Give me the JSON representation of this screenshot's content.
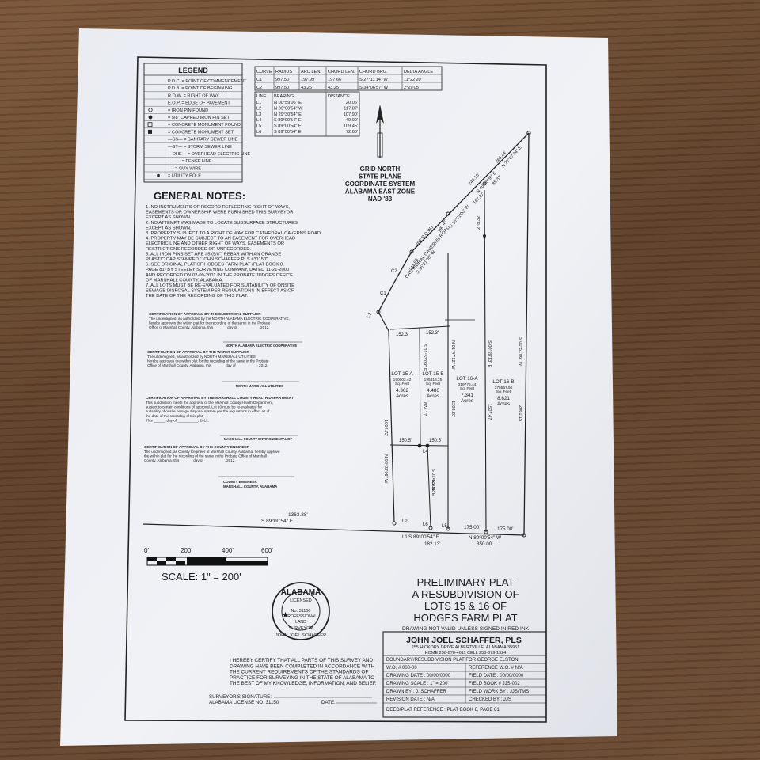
{
  "legend": {
    "title": "LEGEND",
    "items": [
      "P.O.C. = POINT OF COMMENCEMENT",
      "P.O.B. = POINT OF BEGINNING",
      "R.O.W. = RIGHT OF WAY",
      "E.O.P. = EDGE OF PAVEMENT",
      "= IRON PIN FOUND",
      "= 5/8\" CAPPED IRON PIN SET",
      "= CONCRETE MONUMENT FOUND",
      "= CONCRETE MONUMENT SET",
      "—SS— = SANITARY SEWER LINE",
      "—ST— = STORM SEWER LINE",
      "—OHE— = OVERHEAD ELECTRIC LINE",
      "— · — = FENCE LINE",
      "—) = GUY WIRE",
      "= UTILITY POLE"
    ]
  },
  "curve_table": {
    "headers": [
      "CURVE",
      "RADIUS",
      "ARC LEN.",
      "CHORD LEN.",
      "CHORD BRG.",
      "DELTA ANGLE"
    ],
    "rows": [
      [
        "C1",
        "997.50'",
        "197.99'",
        "197.66'",
        "S 27°11'14\" W",
        "11°22'20\""
      ],
      [
        "C2",
        "997.50'",
        "43.26'",
        "43.25'",
        "S 34°06'57\" W",
        "2°29'05\""
      ]
    ]
  },
  "line_table": {
    "headers": [
      "LINE",
      "BEARING",
      "DISTANCE"
    ],
    "rows": [
      [
        "L1",
        "N 00°59'06\" E",
        "20.06'"
      ],
      [
        "L2",
        "N 89°00'54\" W",
        "117.87'"
      ],
      [
        "L3",
        "N 29°30'54\" E",
        "107.90'"
      ],
      [
        "L4",
        "S 89°00'54\" E",
        "40.00'"
      ],
      [
        "L5",
        "S 89°00'54\" E",
        "109.45'"
      ],
      [
        "L6",
        "S 89°00'54\" E",
        "72.68'"
      ]
    ]
  },
  "north": {
    "lines": [
      "GRID NORTH",
      "STATE PLANE",
      "COORDINATE SYSTEM",
      "ALABAMA EAST ZONE",
      "NAD '83"
    ]
  },
  "general_notes": {
    "title": "GENERAL NOTES:",
    "notes": [
      "1. NO INSTRUMENTS OF RECORD REFLECTING RIGHT OF WAYS,",
      "   EASEMENTS OR OWNERSHIP WERE FURNISHED THIS SURVEYOR",
      "   EXCEPT AS SHOWN.",
      "2. NO ATTEMPT WAS MADE TO LOCATE SUBSURFACE STRUCTURES",
      "   EXCEPT AS SHOWN.",
      "3. PROPERTY SUBJECT TO A RIGHT OF WAY FOR CATHEDRAL CAVERNS ROAD.",
      "4. PROPERTY MAY BE SUBJECT TO AN EASEMENT FOR OVERHEAD",
      "   ELECTRIC LINE AND OTHER RIGHT OF WAYS, EASEMENTS OR",
      "   RESTRICTIONS RECORDED OR UNRECORDED.",
      "5. ALL IRON PINS SET ARE #5 (5/8\") REBAR WITH AN ORANGE",
      "   PLASTIC CAP STAMPED \"JOHN SCHAFFER PLS #31150\".",
      "6. SEE ORIGINAL PLAT OF HODGES FARM PLAT (PLAT BOOK 8,",
      "   PAGE 81) BY STEELEY SURVEYING COMPANY, DATED 11-21-2000",
      "   AND RECORDED ON 02-09-2001 IN THE PROBATE JUDGES OFFICE",
      "   OF MARSHALL COUNTY, ALABAMA.",
      "7. ALL LOTS MUST BE RE-EVALUATED FOR SUITABILITY OF ONSITE",
      "   SEWAGE DISPOSAL SYSTEM PER REGULATIONS IN EFFECT AS OF",
      "   THE DATE OF THE RECORDING OF THIS PLAT."
    ]
  },
  "certificates": {
    "electric": {
      "title": "CERTIFICATION OF APPROVAL BY THE ELECTRICAL SUPPLIER",
      "lines": [
        "The undersigned, as authorized by the NORTH ALABAMA ELECTRIC COOPERATIVE,",
        "hereby approves the within plat for the recording of the same in the Probate",
        "Office of Marshall County, Alabama, this ______ day of __________, 2012."
      ],
      "signer": "NORTH ALABAMA ELECTRIC COOPERATIVE"
    },
    "water": {
      "title": "CERTIFICATION OF APPROVAL BY THE WATER SUPPLIER",
      "lines": [
        "The undersigned, as authorized by NORTH MARSHALL UTILITIES,",
        "hereby approves the within plat for the recording of the same in the Probate",
        "Office of Marshall County, Alabama, this ______ day of __________, 2012."
      ],
      "signer": "NORTH MARSHALL UTILITIES"
    },
    "health": {
      "title": "CERTIFICATION OF APPROVAL BY THE MARSHALL COUNTY HEALTH DEPARTMENT",
      "lines": [
        "This subdivision meets the approval of the Marshall County Health Department,",
        "subject to certain conditions of approval. Lot 10 must be re-evaluated for",
        "suitability of onsite sewage disposal system per the regulations in effect as of",
        "the date of the recording of this plat.",
        "This ______ day of __________, 2012."
      ],
      "signer": "MARSHALL COUNTY ENVIRONMENTALIST"
    },
    "engineer": {
      "title": "CERTIFICATION OF APPROVAL BY THE COUNTY ENGINEER",
      "lines": [
        "The undersigned, as County Engineer of Marshall County, Alabama, hereby approve",
        "the within plat for the recording of the same in the Probate Office of Marshall",
        "County, Alabama, this ______ day of __________, 2012."
      ],
      "signer1": "COUNTY ENGINEER",
      "signer2": "MARSHALL COUNTY, ALABAMA"
    }
  },
  "plat": {
    "road_name": "CATHEDRAL CAVERNS ROAD",
    "row_note": "(60' R.O.W.)",
    "road_dims": [
      "260.44'",
      "243.16'",
      "167.87'",
      "190.47'",
      "211.63'",
      "85.37'"
    ],
    "road_bearings": [
      "N 37°07'24\" E",
      "N 40°58'36\" E",
      "S 35°21'00\" W",
      "S 35°21'00\" W"
    ],
    "curve_labels": [
      "C1",
      "C2",
      "L3"
    ],
    "top_widths": [
      "152.3'",
      "152.3'"
    ],
    "mid_widths": [
      "150.5'",
      "150.5'"
    ],
    "lots": [
      {
        "name": "LOT 15-A",
        "sqft": "190002.42",
        "sqft_unit": "Sq. Feet",
        "acres": "4.362",
        "acres_unit": "Acres"
      },
      {
        "name": "LOT 15-B",
        "sqft": "195418.25",
        "sqft_unit": "Sq. Feet",
        "acres": "4.486",
        "acres_unit": "Acres"
      },
      {
        "name": "LOT 16-A",
        "sqft": "319775.44",
        "sqft_unit": "Sq. Feet",
        "acres": "7.341",
        "acres_unit": "Acres"
      },
      {
        "name": "LOT 16-B",
        "sqft": "375557.50",
        "sqft_unit": "Sq. Feet",
        "acres": "8.621",
        "acres_unit": "Acres"
      }
    ],
    "side_bearings": [
      "N 02°03'06\" W",
      "S 01°53'09\" E",
      "N 01°47'12\" W",
      "S 00°28'13\" E",
      "S 00°51'06\" W",
      "S 01°53'09\" E"
    ],
    "side_dists": [
      "1004.72'",
      "874.17'",
      "1508.20'",
      "1507.47'",
      "2061.15'",
      "422.92'",
      "278.32'"
    ],
    "bottom_left_dist": "1363.38'",
    "bottom_left_bearing": "S 89°00'54\" E",
    "bottom_lines": [
      "L1",
      "L2",
      "L6",
      "L5",
      "L4"
    ],
    "bottom_mid_bearing": "S 89°00'54\" E",
    "bottom_mid_dist": "182.13'",
    "bottom_right_dists": [
      "175.00'",
      "175.00'"
    ],
    "bottom_right_bearing": "N 89°00'54\" W",
    "bottom_right_total": "350.00'"
  },
  "scale": {
    "ticks": [
      "0'",
      "200'",
      "400'",
      "600'"
    ],
    "label": "SCALE:  1\" = 200'"
  },
  "seal": {
    "state": "ALABAMA",
    "licensed": "LICENSED",
    "number": "No. 31150",
    "line1": "PROFESSIONAL",
    "line2": "LAND",
    "surveyor": "SURVEYOR",
    "name": "JOHN JOEL SCHAFFER"
  },
  "title": {
    "lines": [
      "PRELIMINARY PLAT",
      "A RESUBDIVISION OF",
      "LOTS 15 & 16 OF",
      "HODGES FARM PLAT"
    ],
    "warning": "DRAWING NOT VALID UNLESS SIGNED IN RED INK"
  },
  "certify": {
    "lines": [
      "I HEREBY CERTIFY THAT ALL PARTS OF THIS SURVEY AND",
      "DRAWING HAVE BEEN COMPLETED IN ACCORDANCE WITH",
      "THE CURRENT REQUIREMENTS OF THE STANDARDS OF",
      "PRACTICE FOR SURVEYING IN THE STATE OF ALABAMA TO",
      "THE BEST OF MY KNOWLEDGE, INFORMATION, AND BELIEF."
    ],
    "signature": "SURVEYOR'S SIGNATURE:",
    "license": "ALABAMA LICENSE NO. 31150",
    "date": "DATE:"
  },
  "title_block": {
    "name": "JOHN JOEL SCHAFFER, PLS",
    "address": "255 HICKORY DRIVE   ALBERTVILLE, ALABAMA 35951",
    "phones": "HOME  256-878-4611    CELL  256-679-1924",
    "project": "BOUNDARY/RESUBDIVISION PLAT FOR GEORGE ELSTON",
    "cells": [
      [
        "W.O. # 000-00",
        "REFERENCE W.O. # N/A"
      ],
      [
        "DRAWING DATE : 00/00/0000",
        "FIELD DATE : 00/00/0000"
      ],
      [
        "DRAWING SCALE : 1\" = 200'",
        "FIELD BOOK # JJS-002"
      ],
      [
        "DRAWN BY : J. SCHAFFER",
        "FIELD WORK BY : JJS/TMS"
      ],
      [
        "REVISION DATE : N/A",
        "CHECKED BY : JJS"
      ]
    ],
    "deed": "DEED/PLAT REFERENCE : PLAT BOOK 8, PAGE 81"
  }
}
